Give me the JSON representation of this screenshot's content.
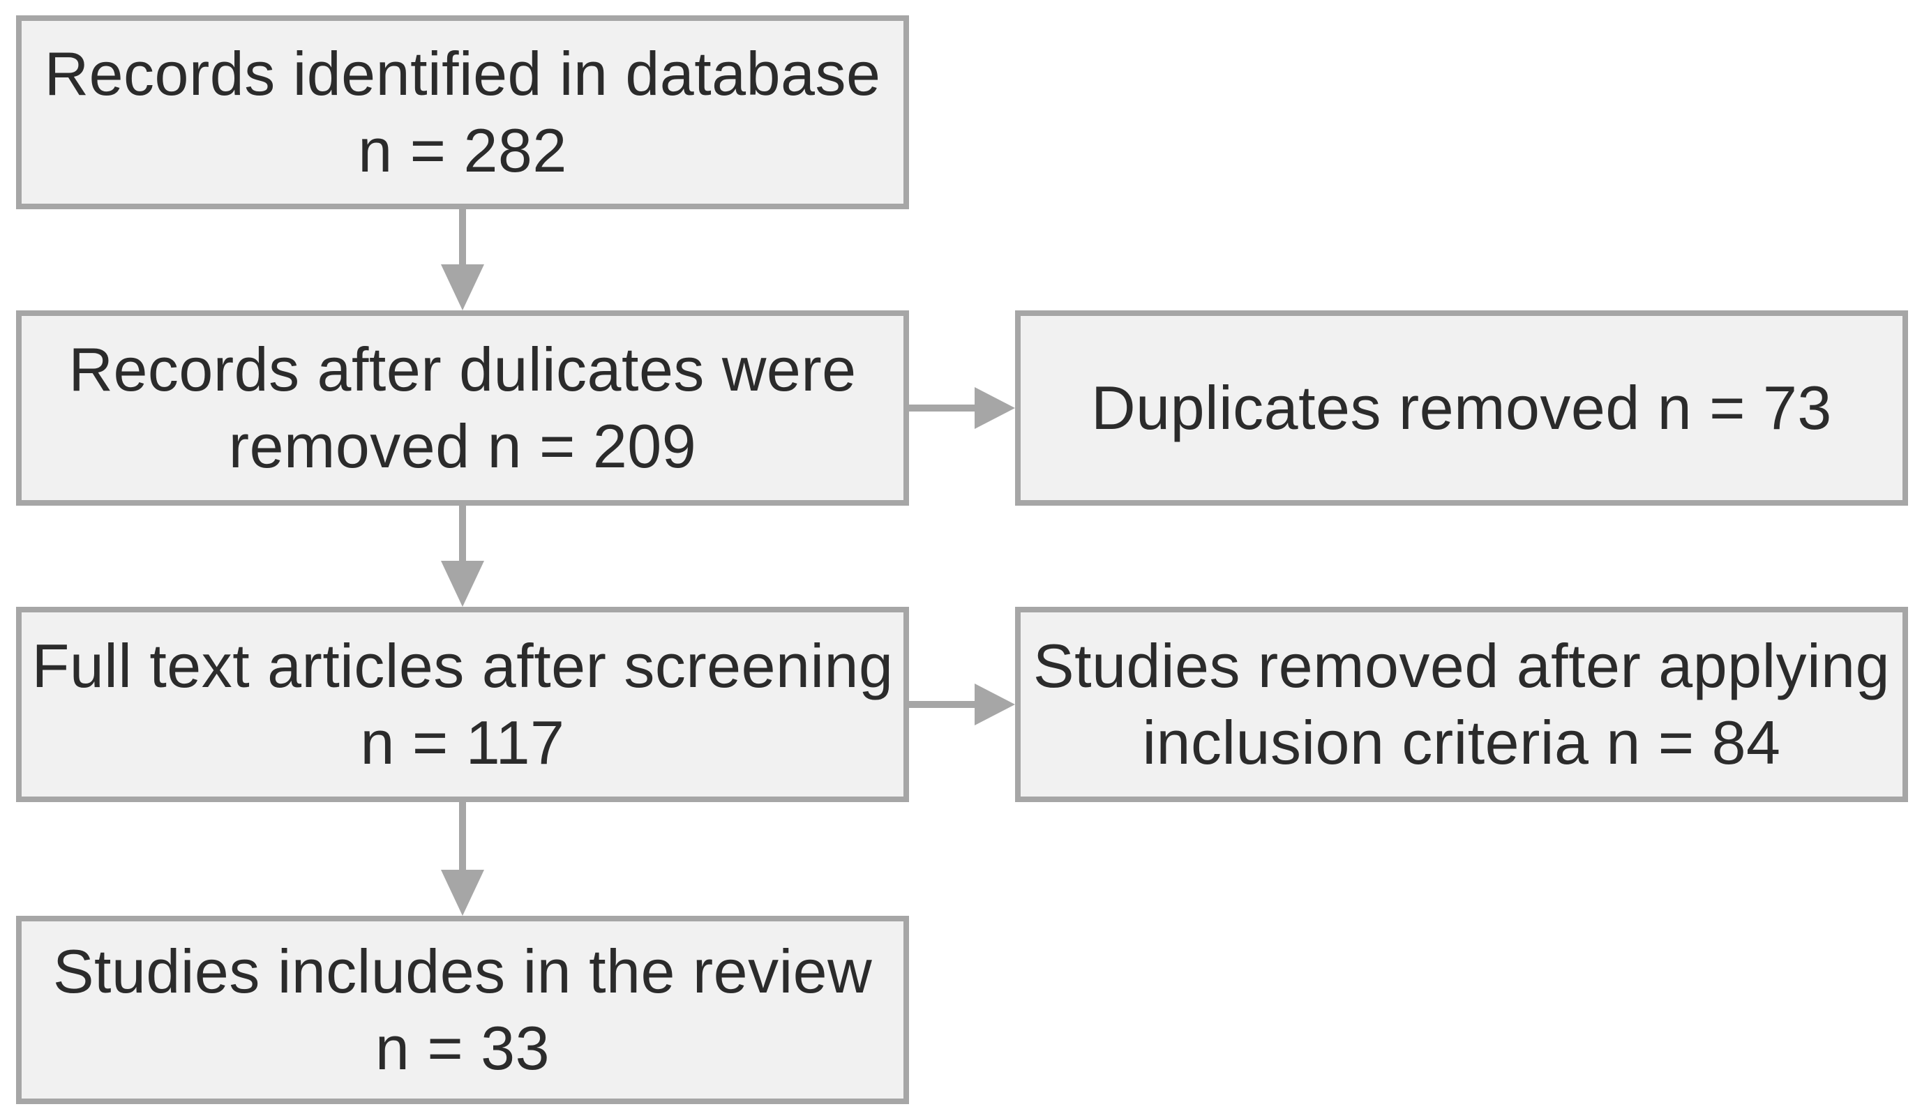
{
  "flow": {
    "main": [
      {
        "name": "records-identified",
        "text": "Records identified in database\nn = 282",
        "n": 282
      },
      {
        "name": "records-after-duplicates",
        "text": "Records after dulicates were\nremoved n = 209",
        "n": 209
      },
      {
        "name": "full-text-after-screening",
        "text": "Full text articles after screening\nn = 117",
        "n": 117
      },
      {
        "name": "studies-included",
        "text": "Studies includes in the review\nn = 33",
        "n": 33
      }
    ],
    "side": [
      {
        "name": "duplicates-removed",
        "text": "Duplicates removed n = 73",
        "n": 73
      },
      {
        "name": "removed-inclusion-criteria",
        "text": "Studies removed after applying\ninclusion criteria n = 84",
        "n": 84
      }
    ],
    "colors": {
      "box_fill": "#f1f1f1",
      "box_border": "#a6a6a6",
      "arrow": "#a6a6a6",
      "text": "#2b2b2b",
      "background": "#ffffff"
    }
  }
}
